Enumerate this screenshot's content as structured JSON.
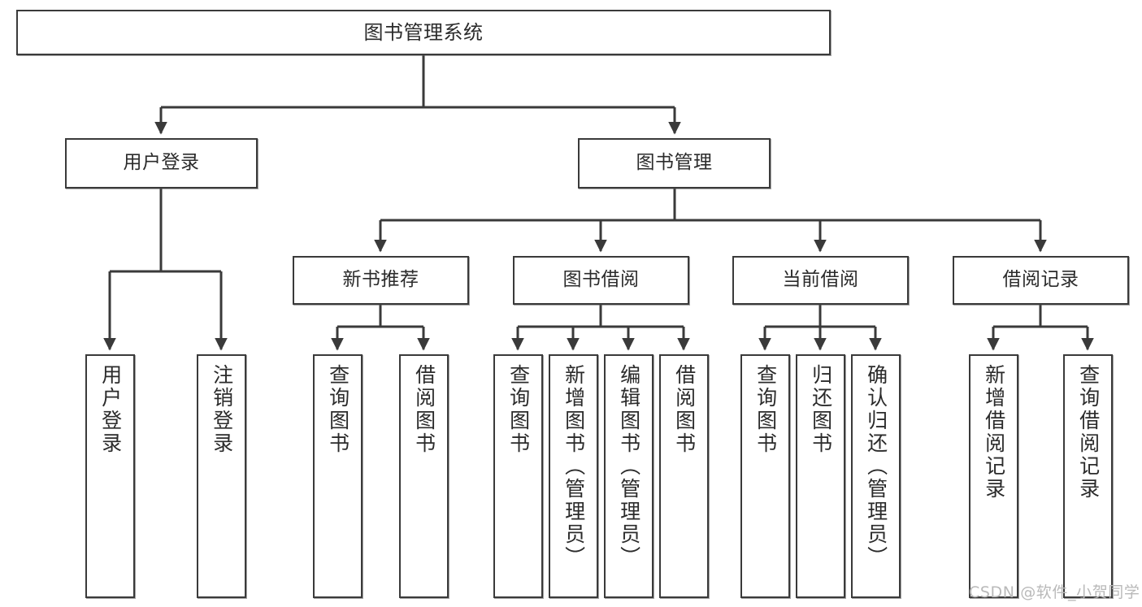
{
  "diagram": {
    "title": "图书管理系统",
    "type": "tree",
    "stroke_color": "#3a3a3a",
    "text_color": "#2b2b2b",
    "background": "#ffffff"
  },
  "nodes": {
    "root": {
      "label": "图书管理系统"
    },
    "level2": [
      {
        "id": "user-login",
        "label": "用户登录"
      },
      {
        "id": "book-manage",
        "label": "图书管理"
      }
    ],
    "level3": [
      {
        "id": "new-book-recommend",
        "label": "新书推荐"
      },
      {
        "id": "book-borrow",
        "label": "图书借阅"
      },
      {
        "id": "current-borrow",
        "label": "当前借阅"
      },
      {
        "id": "borrow-record",
        "label": "借阅记录"
      }
    ],
    "leaves": {
      "user_login": [
        {
          "id": "leaf-user-login",
          "label": "用户登录"
        },
        {
          "id": "leaf-logout-login",
          "label": "注销登录"
        }
      ],
      "new_book_recommend": [
        {
          "id": "leaf-query-book-1",
          "label": "查询图书"
        },
        {
          "id": "leaf-borrow-book-1",
          "label": "借阅图书"
        }
      ],
      "book_borrow": [
        {
          "id": "leaf-query-book-2",
          "label": "查询图书"
        },
        {
          "id": "leaf-add-book",
          "label": "新增图书（管理员）"
        },
        {
          "id": "leaf-edit-book",
          "label": "编辑图书（管理员）"
        },
        {
          "id": "leaf-borrow-book-2",
          "label": "借阅图书"
        }
      ],
      "current_borrow": [
        {
          "id": "leaf-query-book-3",
          "label": "查询图书"
        },
        {
          "id": "leaf-return-book",
          "label": "归还图书"
        },
        {
          "id": "leaf-confirm-return",
          "label": "确认归还（管理员）"
        }
      ],
      "borrow_record": [
        {
          "id": "leaf-add-record",
          "label": "新增借阅记录"
        },
        {
          "id": "leaf-query-record",
          "label": "查询借阅记录"
        }
      ]
    }
  },
  "watermark": {
    "text": "CSDN @软件_小贺同学"
  }
}
